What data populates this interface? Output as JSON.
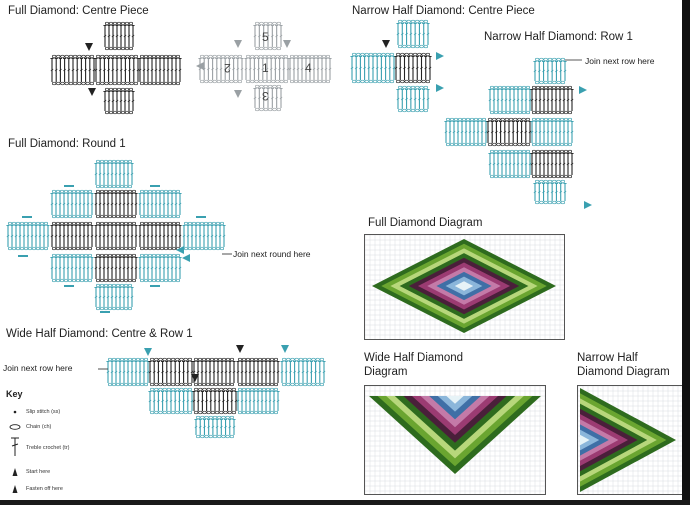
{
  "titles": {
    "full_centre": "Full Diamond: Centre Piece",
    "narrow_centre": "Narrow Half Diamond: Centre Piece",
    "narrow_row1": "Narrow Half Diamond: Row 1",
    "full_round1": "Full Diamond: Round 1",
    "full_diagram": "Full Diamond Diagram",
    "wide_centre": "Wide Half Diamond: Centre & Row 1",
    "wide_diagram_1": "Wide Half Diamond",
    "wide_diagram_2": "Diagram",
    "narrow_diagram_1": "Narrow Half",
    "narrow_diagram_2": "Diamond Diagram"
  },
  "notes": {
    "join_next_row_top": "Join next row here",
    "join_next_round": "Join next round here",
    "join_next_row_left": "Join next row here"
  },
  "numbers": {
    "n1": "1",
    "n2": "2",
    "n3": "3",
    "n4": "4",
    "n5": "5"
  },
  "key": {
    "title": "Key",
    "items": [
      "Slip stitch (ss)",
      "Chain (ch)",
      "Treble crochet (tr)",
      "Start here",
      "Fasten off here"
    ]
  },
  "colors": {
    "ink": "#222222",
    "teal": "#3aa0b0",
    "grid": "#d9dde0",
    "dark_green": "#2e6b1e",
    "green": "#6aa530",
    "light_green": "#b7d77b",
    "purple": "#4a1f3a",
    "magenta": "#9b3b72",
    "pink": "#c47aa8",
    "blue": "#3f6fa6",
    "light_blue": "#8bb6da",
    "pale": "#e7f3f7"
  }
}
